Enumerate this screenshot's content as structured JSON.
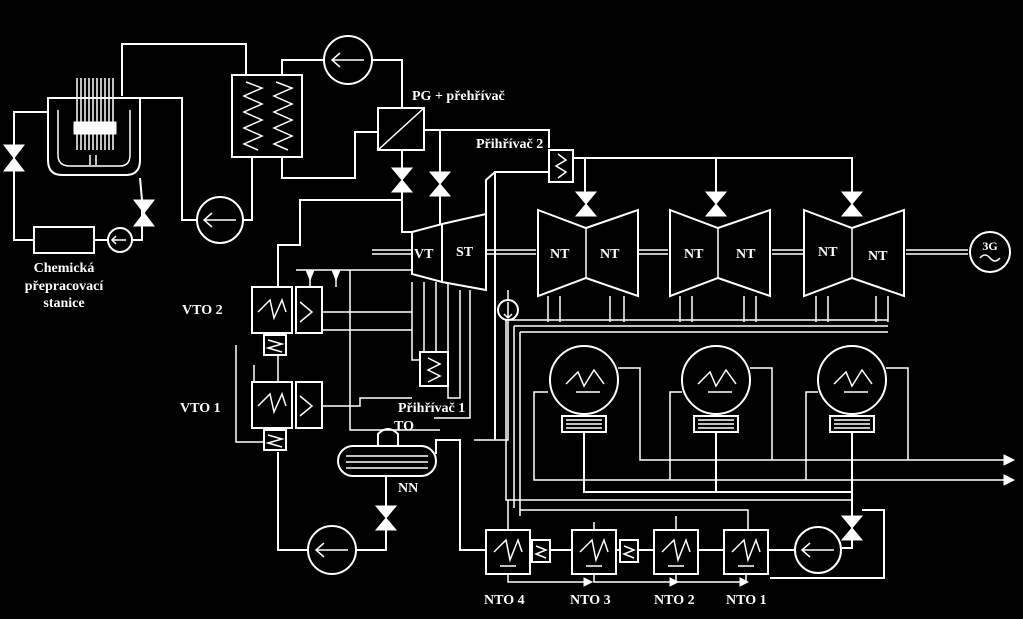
{
  "diagram": {
    "labels": {
      "pg": "PG + přehřívač",
      "prihrivac2": "Přihřívač 2",
      "prihrivac1": "Přihřívač 1",
      "to": "TO",
      "nn": "NN",
      "vto2": "VTO 2",
      "vto1": "VTO 1",
      "chem1": "Chemická",
      "chem2": "přepracovací",
      "chem3": "stanice",
      "vt": "VT",
      "st": "ST",
      "nt": "NT",
      "gen": "3G",
      "nto4": "NTO 4",
      "nto3": "NTO 3",
      "nto2": "NTO 2",
      "nto1": "NTO 1"
    },
    "colors": {
      "background": "#000000",
      "line": "#ffffff"
    }
  }
}
